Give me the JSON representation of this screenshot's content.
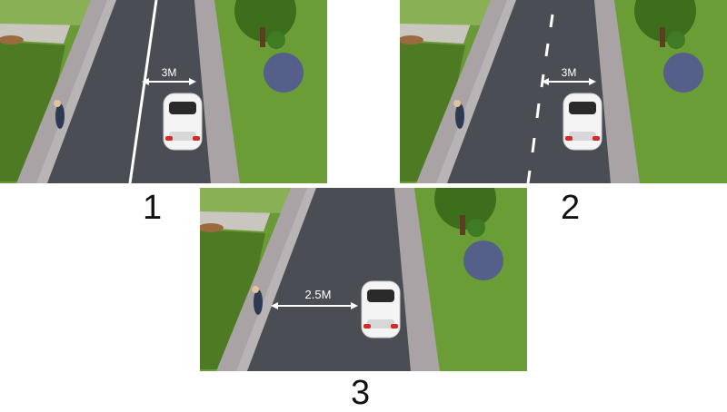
{
  "panels": [
    {
      "number": "1",
      "distance_label": "3M"
    },
    {
      "number": "2",
      "distance_label": "3M"
    },
    {
      "number": "3",
      "distance_label": "2.5M"
    }
  ],
  "colors": {
    "asphalt": "#4b4d55",
    "grass": "#5f8f2e",
    "pavement": "#a9a3a6",
    "lane_line": "#ffffff",
    "brake_light": "#d62a2a"
  }
}
